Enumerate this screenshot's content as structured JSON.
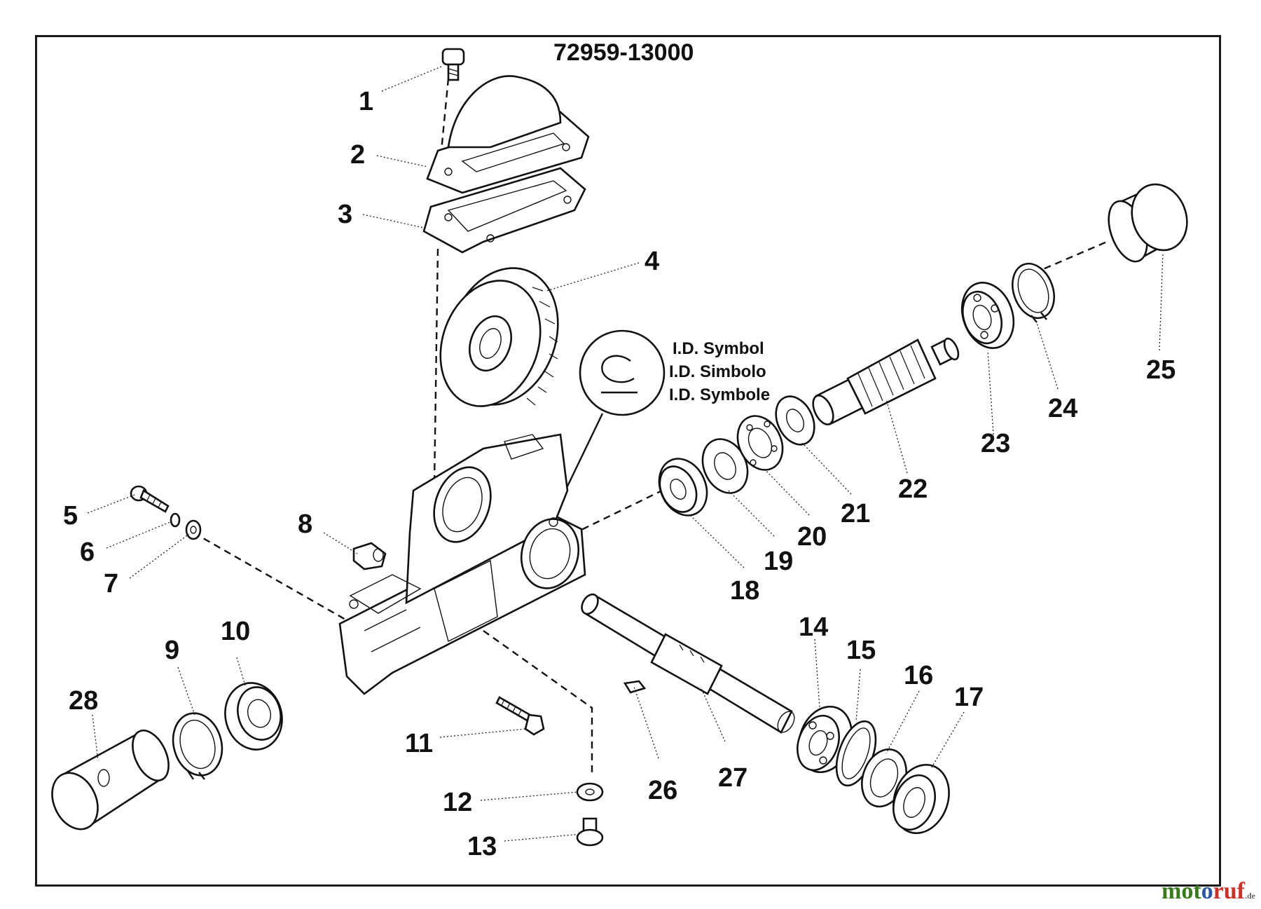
{
  "diagram": {
    "model_number": "72959-13000",
    "id_symbol_labels": [
      "I.D. Symbol",
      "I.D. Simbolo",
      "I.D. Symbole"
    ],
    "part_labels": [
      "1",
      "2",
      "3",
      "4",
      "5",
      "6",
      "7",
      "8",
      "9",
      "10",
      "11",
      "12",
      "13",
      "14",
      "15",
      "16",
      "17",
      "18",
      "19",
      "20",
      "21",
      "22",
      "23",
      "24",
      "25",
      "26",
      "27",
      "28"
    ]
  },
  "watermark": {
    "part1": "mot",
    "part2": "o",
    "part3": "ruf",
    "suffix": ".de"
  }
}
